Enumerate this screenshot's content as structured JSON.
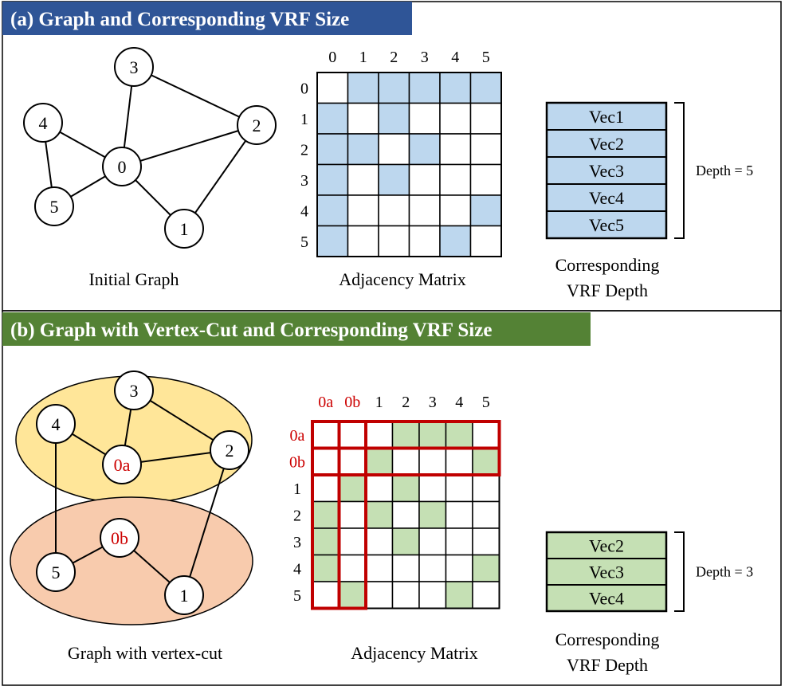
{
  "panels": [
    {
      "id": "a",
      "title": "(a) Graph and Corresponding VRF Size",
      "title_color": "#2f5597",
      "cell_fill": "#bdd7ee",
      "nodes": [
        {
          "label": "0",
          "split": false
        },
        {
          "label": "1",
          "split": false
        },
        {
          "label": "2",
          "split": false
        },
        {
          "label": "3",
          "split": false
        },
        {
          "label": "4",
          "split": false
        },
        {
          "label": "5",
          "split": false
        }
      ],
      "edges": [
        [
          0,
          2
        ],
        [
          0,
          3
        ],
        [
          0,
          4
        ],
        [
          0,
          5
        ],
        [
          0,
          1
        ],
        [
          3,
          2
        ],
        [
          2,
          1
        ],
        [
          4,
          5
        ]
      ],
      "matrix_labels": [
        "0",
        "1",
        "2",
        "3",
        "4",
        "5"
      ],
      "split_labels": [],
      "matrix": [
        [
          0,
          1,
          1,
          1,
          1,
          1
        ],
        [
          1,
          0,
          1,
          0,
          0,
          0
        ],
        [
          1,
          1,
          0,
          1,
          0,
          0
        ],
        [
          1,
          0,
          1,
          0,
          0,
          0
        ],
        [
          1,
          0,
          0,
          0,
          0,
          1
        ],
        [
          1,
          0,
          0,
          0,
          1,
          0
        ]
      ],
      "graph_caption": "Initial Graph",
      "matrix_caption": "Adjacency Matrix",
      "vrf_caption": [
        "Corresponding",
        "VRF Depth"
      ],
      "vectors": [
        "Vec1",
        "Vec2",
        "Vec3",
        "Vec4",
        "Vec5"
      ],
      "depth_label": "Depth = 5"
    },
    {
      "id": "b",
      "title": "(b) Graph with Vertex-Cut and Corresponding VRF Size",
      "title_color": "#548235",
      "cell_fill": "#c5e0b4",
      "split_color": "#c00000",
      "ellipse_top_color": "#ffe699",
      "ellipse_bottom_color": "#f8cbad",
      "nodes": [
        {
          "label": "0a",
          "split": true
        },
        {
          "label": "0b",
          "split": true
        },
        {
          "label": "1",
          "split": false
        },
        {
          "label": "2",
          "split": false
        },
        {
          "label": "3",
          "split": false
        },
        {
          "label": "4",
          "split": false
        },
        {
          "label": "5",
          "split": false
        }
      ],
      "edges": [
        [
          0,
          4
        ],
        [
          0,
          5
        ],
        [
          0,
          3
        ],
        [
          4,
          3
        ],
        [
          1,
          6
        ],
        [
          1,
          2
        ],
        [
          5,
          6
        ],
        [
          3,
          2
        ]
      ],
      "matrix_labels": [
        "0a",
        "0b",
        "1",
        "2",
        "3",
        "4",
        "5"
      ],
      "split_labels": [
        "0a",
        "0b"
      ],
      "matrix": [
        [
          0,
          0,
          0,
          1,
          1,
          1,
          0
        ],
        [
          0,
          0,
          1,
          0,
          0,
          0,
          1
        ],
        [
          0,
          1,
          0,
          1,
          0,
          0,
          0
        ],
        [
          1,
          0,
          1,
          0,
          1,
          0,
          0
        ],
        [
          1,
          0,
          0,
          1,
          0,
          0,
          0
        ],
        [
          1,
          0,
          0,
          0,
          0,
          0,
          1
        ],
        [
          0,
          1,
          0,
          0,
          0,
          1,
          0
        ]
      ],
      "graph_caption": "Graph with vertex-cut",
      "matrix_caption": "Adjacency Matrix",
      "vrf_caption": [
        "Corresponding",
        "VRF Depth"
      ],
      "vectors": [
        "Vec2",
        "Vec3",
        "Vec4"
      ],
      "depth_label": "Depth = 3"
    }
  ]
}
